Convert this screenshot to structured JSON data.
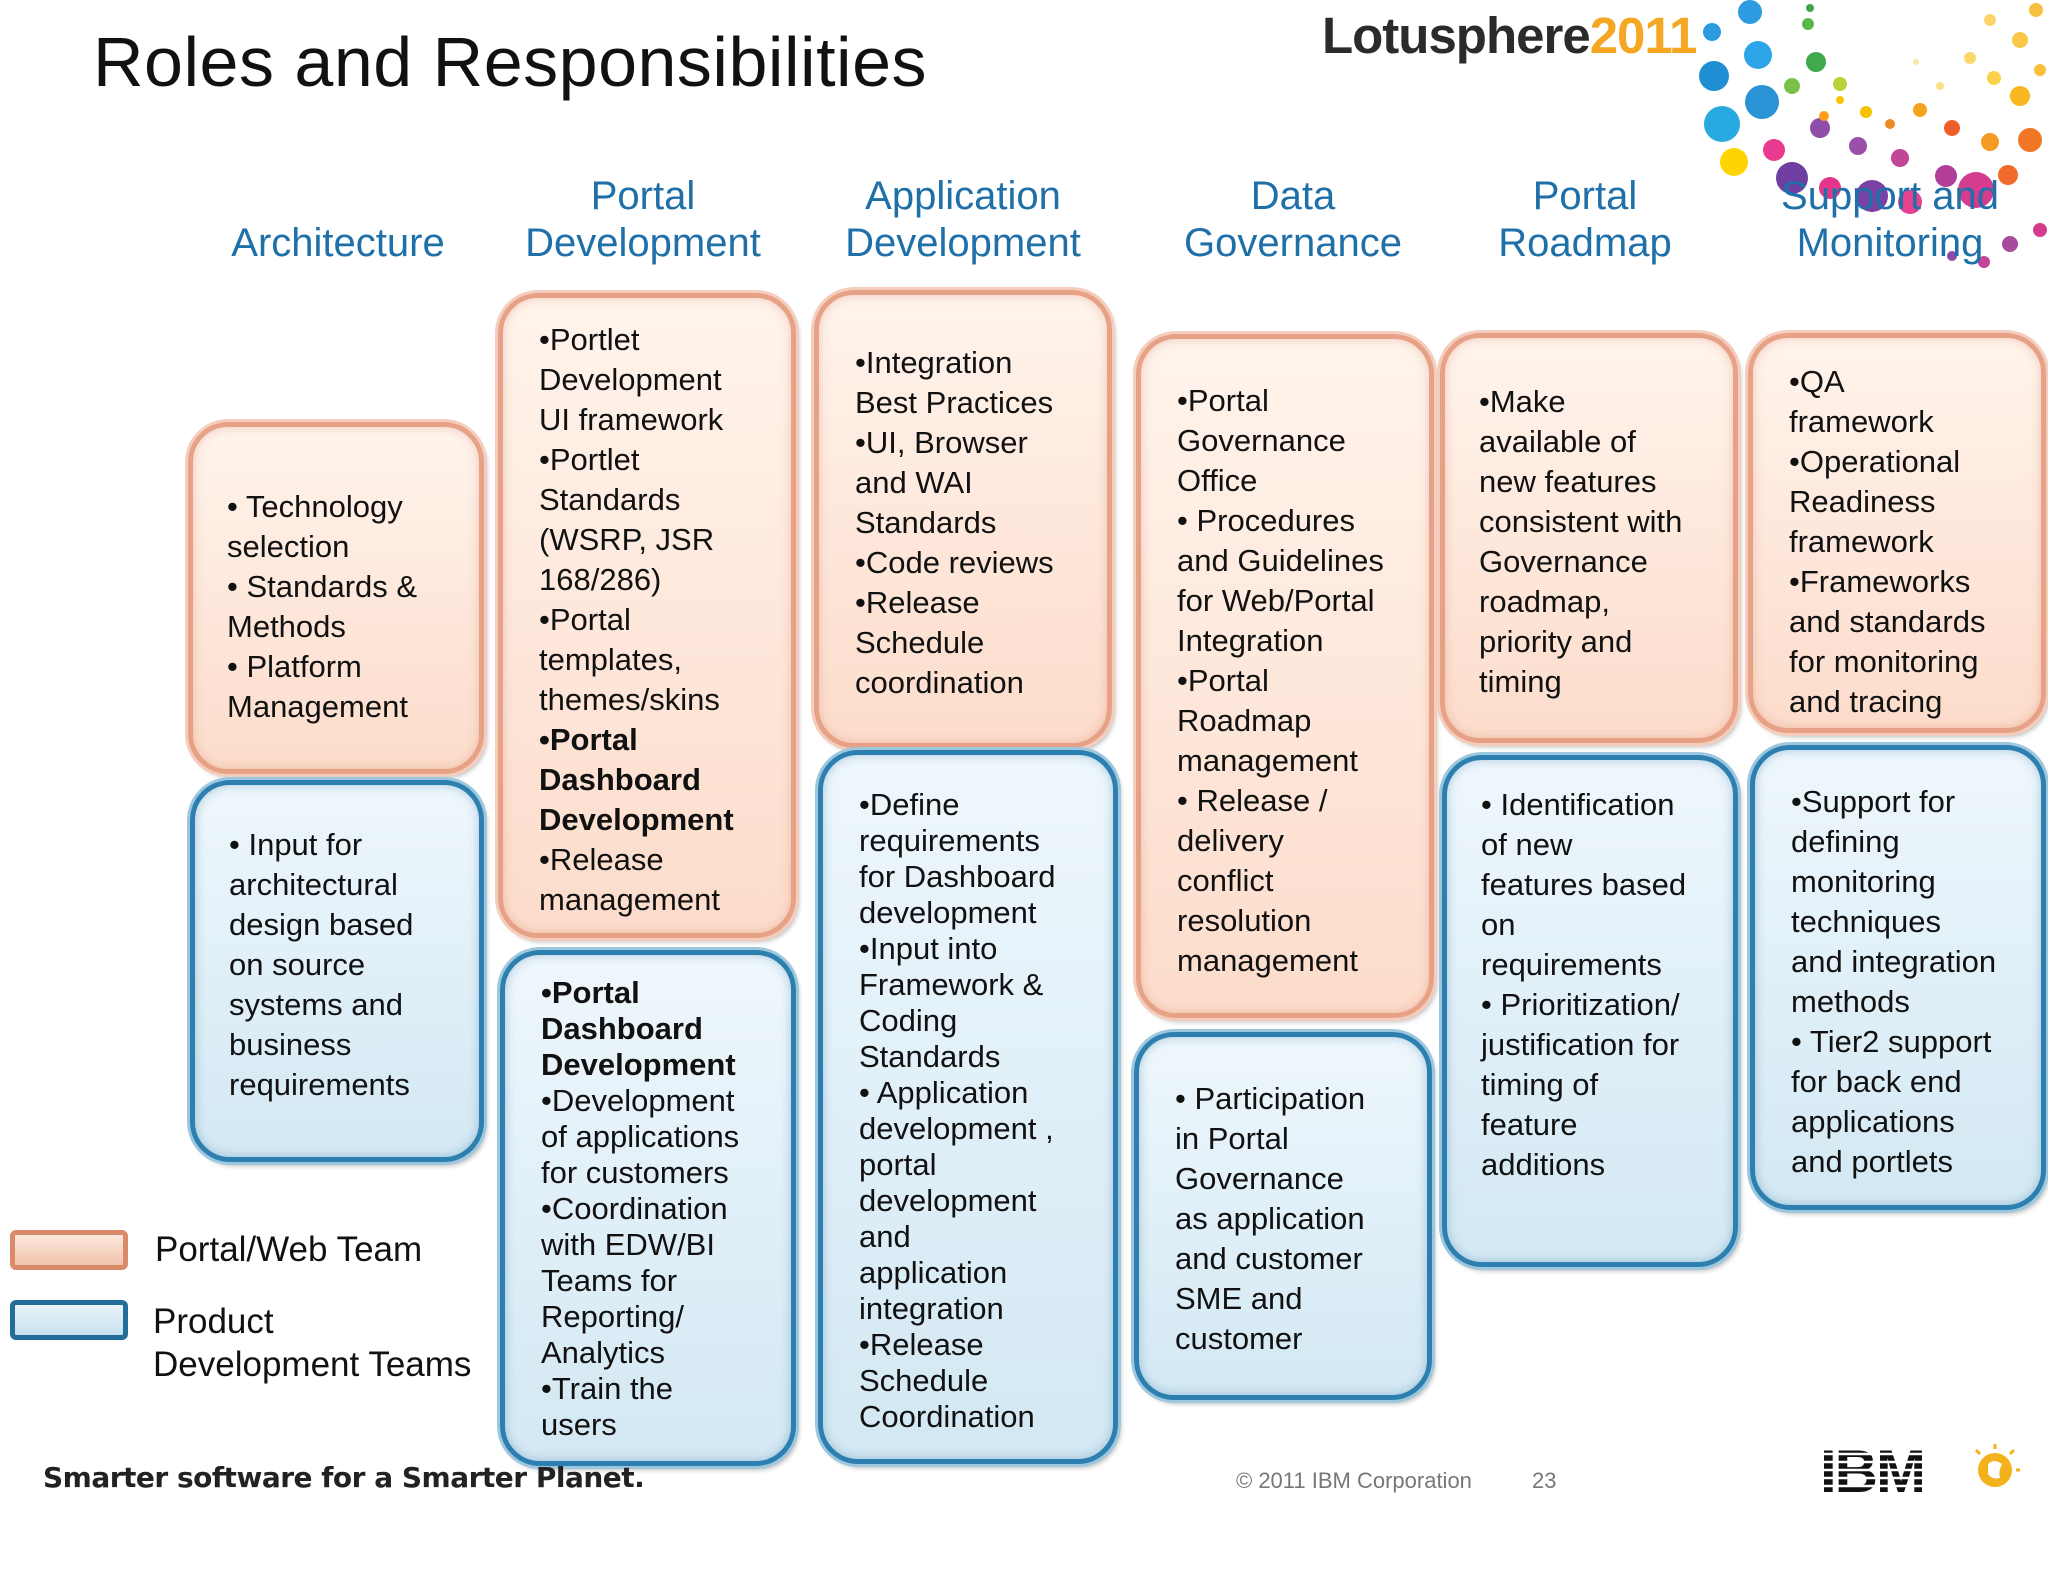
{
  "slide": {
    "title": "Roles and Responsibilities",
    "brand_word": "Lotusphere",
    "brand_year": "2011"
  },
  "columns": [
    {
      "heading": [
        "Architecture"
      ],
      "portal_web": [
        "• Technology",
        "selection",
        "• Standards  &",
        "Methods",
        "• Platform",
        "Management"
      ],
      "product": [
        "• Input for",
        "architectural",
        "design based",
        "on source",
        "systems and",
        "business",
        "requirements"
      ]
    },
    {
      "heading": [
        "Portal",
        "Development"
      ],
      "portal_web": [
        "•Portlet",
        "Development",
        "UI framework",
        "•Portlet",
        "Standards",
        "(WSRP, JSR",
        "168/286)",
        "•Portal",
        "templates,",
        "themes/skins",
        "•Portal",
        "Dashboard",
        "Development",
        "•Release",
        "management"
      ],
      "product": [
        "•Portal",
        "Dashboard",
        "Development",
        "•Development",
        "of applications",
        "for customers",
        "•Coordination",
        "with EDW/BI",
        "Teams for",
        "Reporting/",
        "Analytics",
        "•Train the",
        "users"
      ]
    },
    {
      "heading": [
        "Application",
        "Development"
      ],
      "portal_web": [
        "•Integration",
        "Best Practices",
        "•UI, Browser",
        "and WAI",
        "Standards",
        "•Code reviews",
        "•Release",
        "Schedule",
        "coordination"
      ],
      "product": [
        "•Define",
        "requirements",
        "for Dashboard",
        "development",
        "•Input into",
        "Framework &",
        "Coding",
        "Standards",
        "• Application",
        "development  ,",
        "portal",
        "development",
        "and",
        "application",
        "integration",
        "•Release",
        "Schedule",
        "Coordination"
      ]
    },
    {
      "heading": [
        "Data",
        "Governance"
      ],
      "portal_web": [
        "•Portal",
        "Governance",
        "Office",
        "• Procedures",
        "and Guidelines",
        "for Web/Portal",
        "Integration",
        "•Portal",
        "Roadmap",
        "management",
        "• Release /",
        "delivery",
        "conflict",
        "resolution",
        "management"
      ],
      "product": [
        "• Participation",
        "in Portal",
        "Governance",
        "as application",
        "and customer",
        "SME and",
        "customer"
      ]
    },
    {
      "heading": [
        "Portal",
        "Roadmap"
      ],
      "portal_web": [
        "•Make",
        "available of",
        "new features",
        "consistent with",
        "Governance",
        "roadmap,",
        "priority and",
        "timing"
      ],
      "product": [
        "• Identification",
        "of new",
        "features based",
        "on",
        "requirements",
        "• Prioritization/",
        "justification for",
        "timing of",
        "feature",
        "additions"
      ]
    },
    {
      "heading": [
        "Support and",
        "Monitoring"
      ],
      "portal_web": [
        "•QA",
        "framework",
        "•Operational",
        "Readiness",
        "framework",
        "•Frameworks",
        "and standards",
        "for monitoring",
        "and tracing"
      ],
      "product": [
        "•Support for",
        "defining",
        "monitoring",
        "techniques",
        "and integration",
        "methods",
        "• Tier2 support",
        "for back end",
        "applications",
        "and portlets"
      ]
    }
  ],
  "legend": {
    "portal_web": "Portal/Web Team",
    "product": [
      "Product",
      "Development Teams"
    ]
  },
  "footer": {
    "tagline": "Smarter software for a Smarter Planet.",
    "copyright": "© 2011 IBM Corporation",
    "page_number": "23",
    "ibm_logo_text": "IBM"
  },
  "colors": {
    "heading": "#1f6fa8",
    "portal_web_border": "#e7a187",
    "portal_web_fill": "#fce3d4",
    "product_border": "#2c7fae",
    "product_fill": "#dcedf6"
  }
}
